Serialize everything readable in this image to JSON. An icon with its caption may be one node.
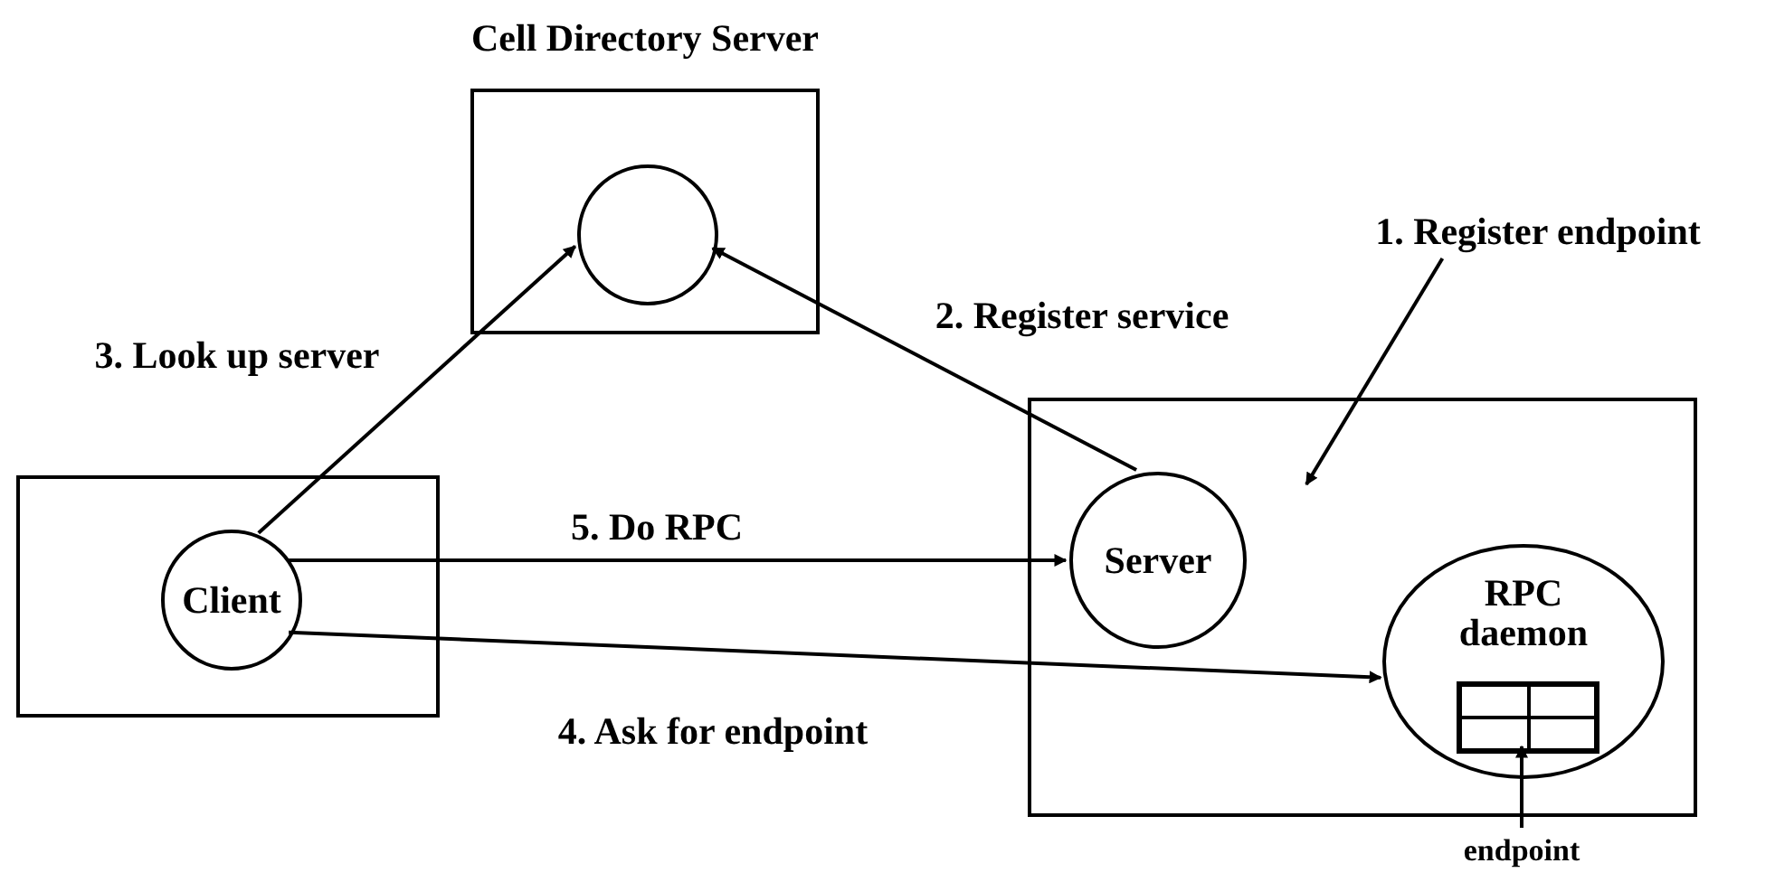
{
  "diagram": {
    "nodes": [
      {
        "text": [
          "Cell Directory Server"
        ]
      },
      {
        "text": [],
        "shape": "circle",
        "in": 0
      },
      {
        "text": [],
        "shape": "box"
      },
      {
        "text": [
          "Client"
        ],
        "in": 2
      },
      {
        "text": [],
        "shape": "box"
      },
      {
        "text": [
          "Server"
        ],
        "in": 4
      },
      {
        "text": [
          "RPC daemon"
        ],
        "in": 4
      },
      {
        "text": [],
        "shape": "box",
        "in": 6
      },
      {
        "text": [
          "endpoint"
        ]
      },
      {
        "text": [
          "1. Register endpoint"
        ]
      }
    ],
    "edges": [
      {
        "from": 5,
        "to": 1,
        "arrow": "to",
        "label": "2. Register service"
      },
      {
        "from": 3,
        "to": 1,
        "arrow": "to",
        "label": "3. Look up server"
      },
      {
        "from": 3,
        "to": 5,
        "arrow": "to",
        "label": "5. Do RPC"
      },
      {
        "from": 3,
        "to": 6,
        "arrow": "to",
        "label": "4. Ask for endpoint"
      },
      {
        "from": 8,
        "to": 7,
        "arrow": "to"
      },
      {
        "from": 9,
        "to": null,
        "arrow": "to"
      }
    ]
  }
}
